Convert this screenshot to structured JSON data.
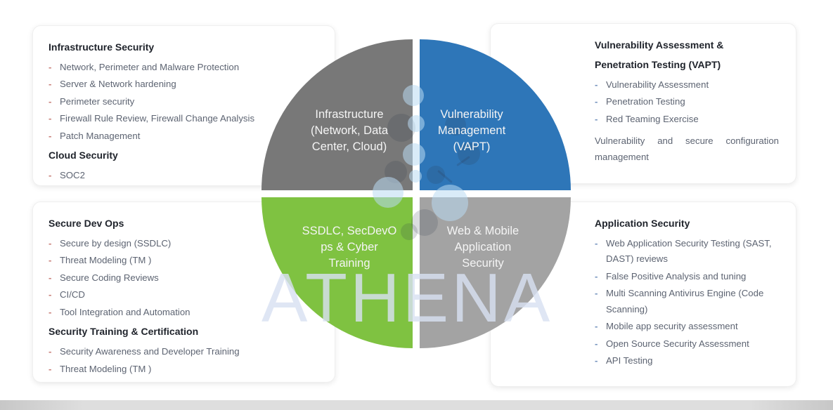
{
  "watermark": "ATHENA",
  "quadrants": {
    "top_left": {
      "label_lines": [
        "Infrastructure",
        "(Network, Data",
        "Center, Cloud)"
      ],
      "color": "#787878"
    },
    "top_right": {
      "label_lines": [
        "Vulnerability",
        "Management",
        "(VAPT)"
      ],
      "color": "#2e76b8"
    },
    "bottom_left": {
      "label_lines": [
        "SSDLC, SecDevO",
        "ps & Cyber",
        "Training"
      ],
      "color": "#7fc241"
    },
    "bottom_right": {
      "label_lines": [
        "Web & Mobile",
        "Application",
        "Security"
      ],
      "color": "#a3a3a3"
    }
  },
  "cards": {
    "top_left": {
      "dash_color": "#c87f78",
      "sections": [
        {
          "heading": "Infrastructure Security",
          "items": [
            "Network, Perimeter and Malware Protection",
            "Server & Network hardening",
            "Perimeter security",
            "Firewall Rule Review, Firewall Change Analysis",
            "Patch Management"
          ]
        },
        {
          "heading": "Cloud Security",
          "items": [
            "SOC2"
          ]
        }
      ]
    },
    "top_right": {
      "dash_color": "#7392bd",
      "sections": [
        {
          "heading": "Vulnerability Assessment & Penetration Testing (VAPT)",
          "items": [
            "Vulnerability Assessment",
            "Penetration Testing",
            "Red Teaming Exercise"
          ],
          "paragraph": "Vulnerability and secure configuration management"
        }
      ]
    },
    "bottom_left": {
      "dash_color": "#c87f78",
      "sections": [
        {
          "heading": "Secure Dev Ops",
          "items": [
            "Secure by design (SSDLC)",
            "Threat Modeling (TM )",
            "Secure Coding Reviews",
            "CI/CD",
            "Tool Integration and Automation"
          ]
        },
        {
          "heading": "Security Training & Certification",
          "items": [
            "Security Awareness and Developer Training",
            "Threat Modeling (TM )"
          ]
        }
      ]
    },
    "bottom_right": {
      "dash_color": "#7392bd",
      "sections": [
        {
          "heading": "Application Security",
          "items": [
            "Web Application Security Testing (SAST, DAST) reviews",
            "False Positive Analysis and tuning",
            "Multi Scanning Antivirus Engine (Code Scanning)",
            "Mobile app security assessment",
            "Open Source Security Assessment",
            "API Testing"
          ]
        }
      ]
    }
  }
}
